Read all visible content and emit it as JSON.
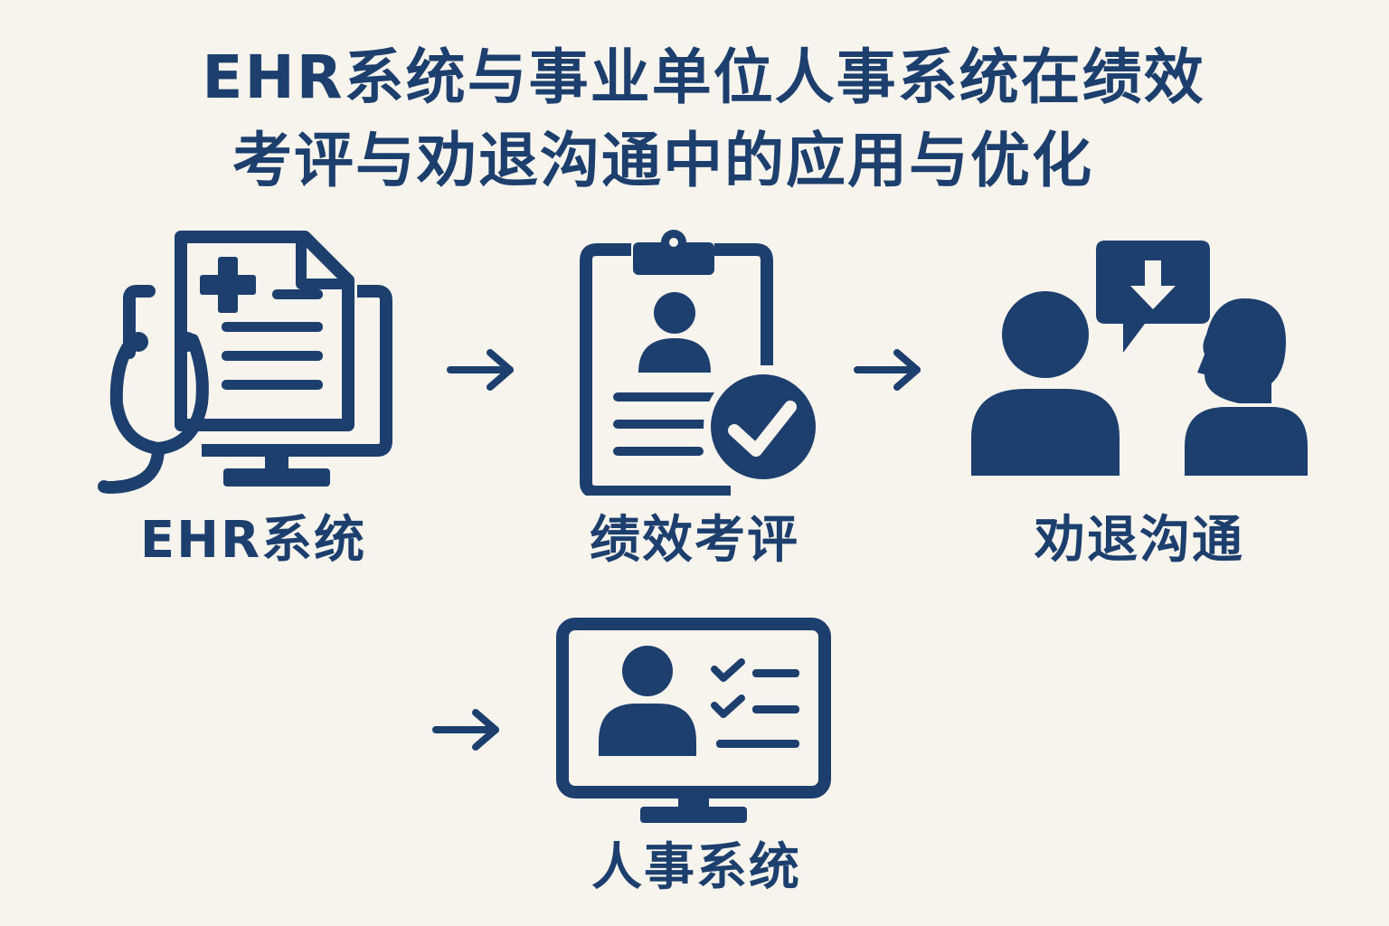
{
  "title": {
    "line1": "EHR系统与事业单位人事系统在绩效",
    "line2": "考评与劝退沟通中的应用与优化"
  },
  "nodes": {
    "ehr": {
      "label": "EHR系统",
      "icon": "medical-record-monitor-icon"
    },
    "performance": {
      "label": "绩效考评",
      "icon": "clipboard-check-icon"
    },
    "dismissal": {
      "label": "劝退沟通",
      "icon": "conversation-people-icon"
    },
    "hr_system": {
      "label": "人事系统",
      "icon": "profile-monitor-icon"
    }
  },
  "colors": {
    "primary": "#1d3f6e",
    "background": "#f7f4ee"
  }
}
